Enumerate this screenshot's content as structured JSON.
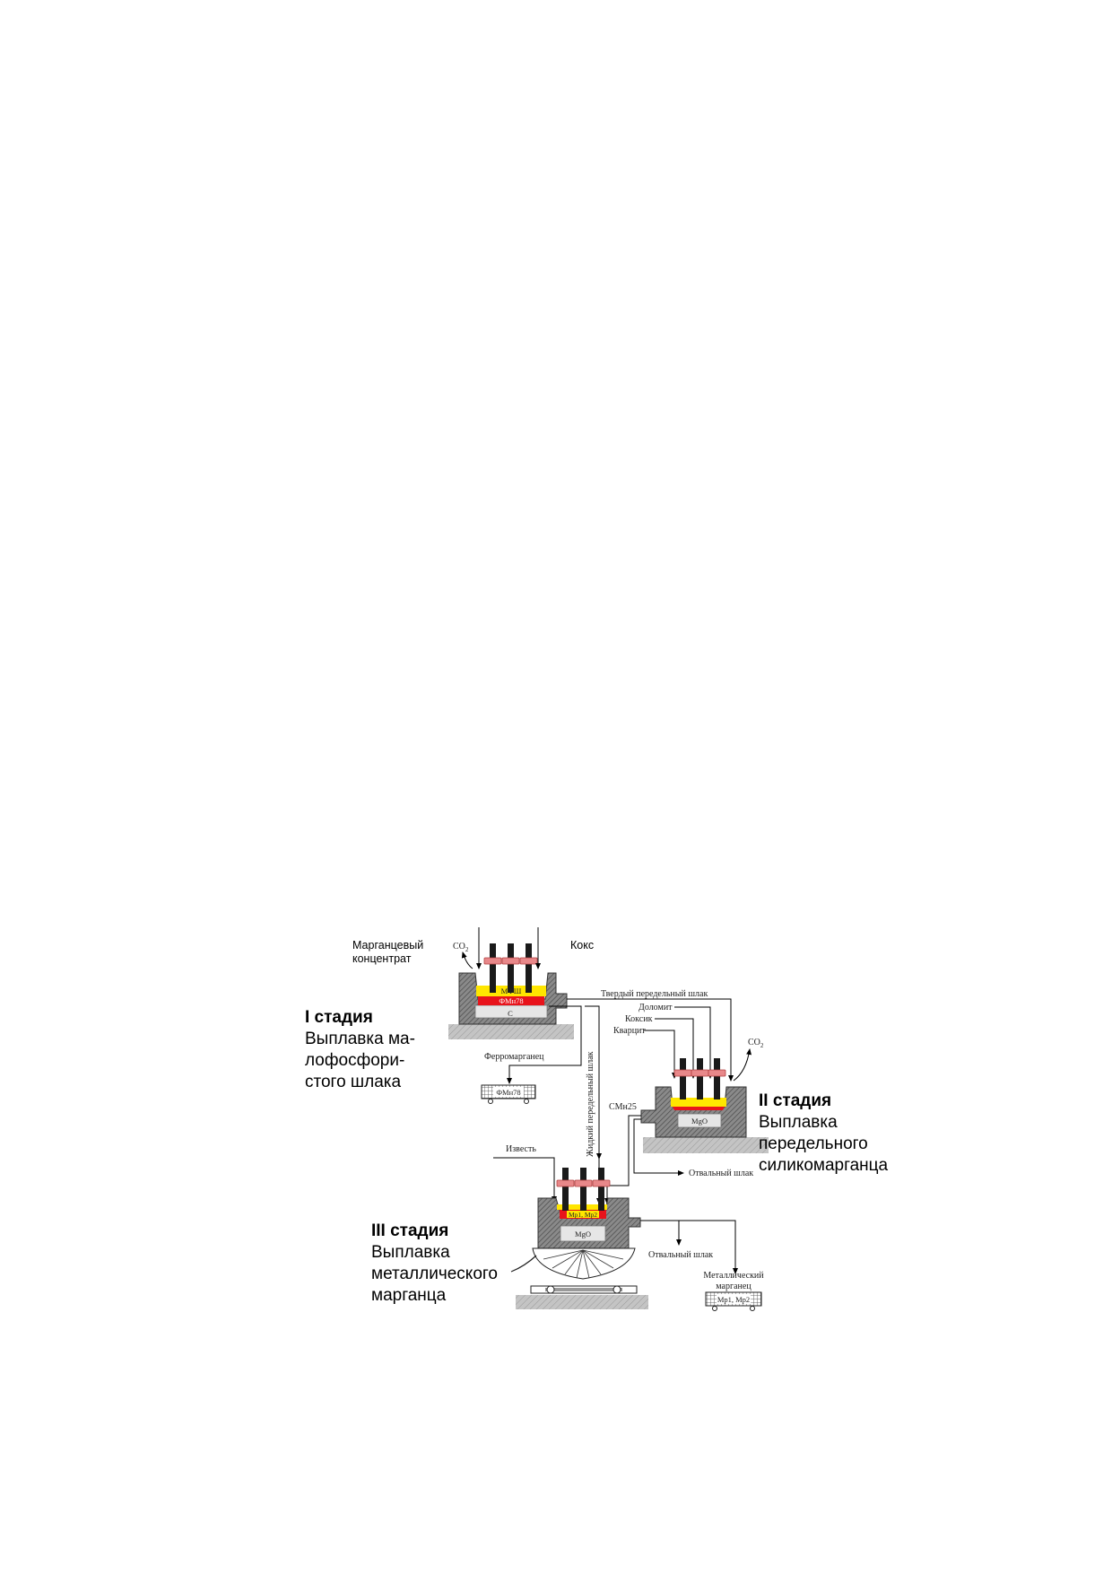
{
  "colors": {
    "furnace_body": "#777777",
    "hatch": "#5a5a5a",
    "floor": "#b8b8b8",
    "electrode": "#1a1a1a",
    "clamp": "#e8888a",
    "slag": "#ffe600",
    "metal": "#e8131b",
    "lining": "#e6e6e6"
  },
  "stage1": {
    "title": "I стадия",
    "desc_lines": [
      "Выплавка ма-",
      "лофосфори-",
      "стого шлака"
    ],
    "input_left_lines": [
      "Марганцевый",
      "концентрат"
    ],
    "input_right": "Кокс",
    "gas": "CO",
    "gas_sub": "2",
    "layer_slag": "МФШ",
    "layer_metal": "ФМн78",
    "bottom": "C",
    "output_metal": "Ферромарганец",
    "cart_label": "ФМн78"
  },
  "stage2": {
    "title": "II стадия",
    "desc_lines": [
      "Выплавка",
      "передельного",
      "силикомарганца"
    ],
    "input_solid_slag": "Твердый передельный шлак",
    "input_dolomite": "Доломит",
    "input_coke": "Коксик",
    "input_quartzite": "Кварцит",
    "gas": "CO",
    "gas_sub": "2",
    "bottom": "MgO",
    "output_metal": "СМн25",
    "output_slag": "Отвальный шлак"
  },
  "stage3": {
    "title": "III стадия",
    "desc_lines": [
      "Выплавка",
      "металлического",
      "марганца"
    ],
    "input_lime": "Известь",
    "input_liquid_slag": "Жидкий передельный шлак",
    "layer_metal": "Мр1, Мр2",
    "bottom": "MgO",
    "output_slag": "Отвальный шлак",
    "output_metal_lines": [
      "Металлический",
      "марганец"
    ],
    "cart_label": "Мр1, Мр2"
  }
}
